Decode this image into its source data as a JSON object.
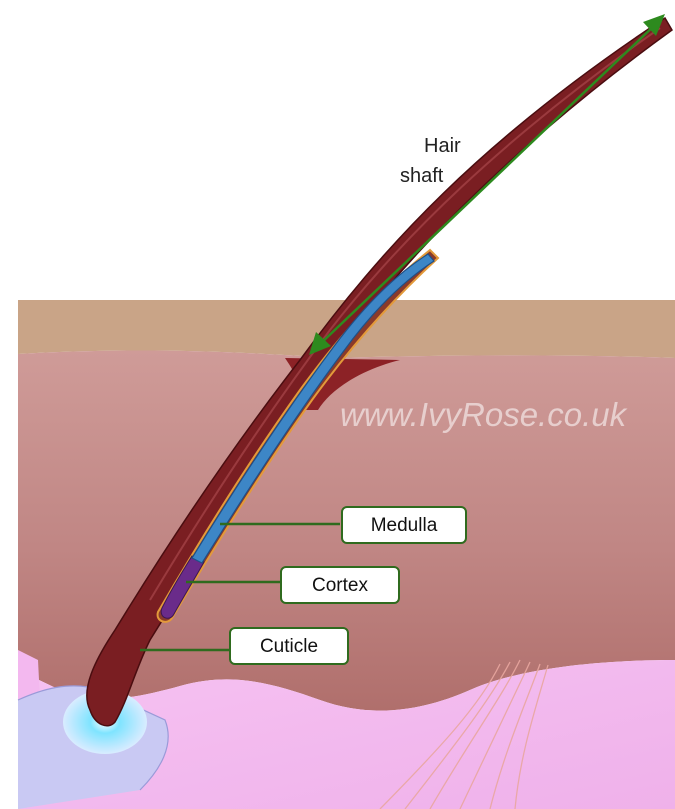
{
  "diagram": {
    "labels": {
      "hair_shaft_line1": "Hair",
      "hair_shaft_line2": "shaft",
      "medulla": "Medulla",
      "cortex": "Cortex",
      "cuticle": "Cuticle"
    },
    "watermark": "www.IvyRose.co.uk",
    "colors": {
      "epidermis": "#c9a487",
      "dermis": "#c8908c",
      "hair": "#7a1e22",
      "medulla": "#3d86c6",
      "cortex": "#6a2b8a",
      "bulb_tissue": "#f2b7ee",
      "label_line": "#2f6b1e"
    }
  }
}
